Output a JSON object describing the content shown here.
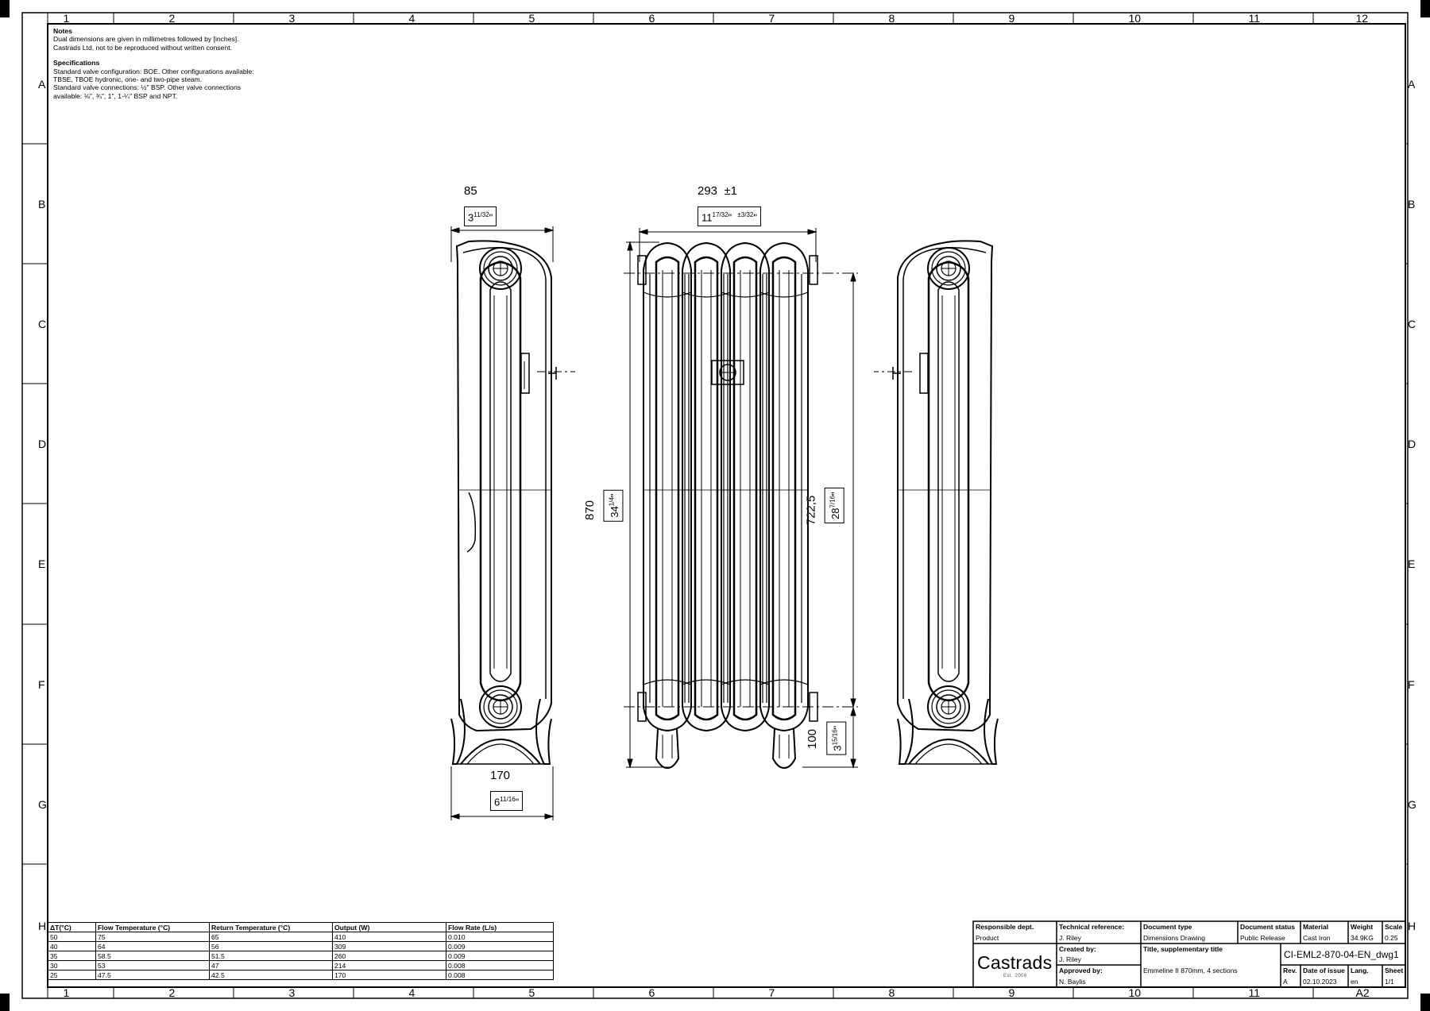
{
  "notes": {
    "heading": "Notes",
    "lines": [
      "Dual dimensions are given in millimetres followed by [inches].",
      "Castrads Ltd, not to be reproduced without written consent."
    ],
    "spec_heading": "Specifications",
    "spec_lines": [
      "Standard valve configuration: BOE. Other configurations available:",
      "TBSE, TBOE hydronic, one- and two-pipe steam.",
      "Standard valve connections: ½\" BSP. Other valve connections",
      "available: ⅛\", ¾\", 1\", 1-¼\" BSP and NPT."
    ]
  },
  "grid": {
    "columns": [
      "1",
      "2",
      "3",
      "4",
      "5",
      "6",
      "7",
      "8",
      "9",
      "10",
      "11",
      "12"
    ],
    "rows": [
      "A",
      "B",
      "C",
      "D",
      "E",
      "F",
      "G",
      "H"
    ],
    "sheet_size": "A2"
  },
  "dimensions": {
    "depth_mm": "85",
    "depth_in_whole": "3",
    "depth_in_frac": "11/32",
    "feet_mm": "170",
    "feet_in_whole": "6",
    "feet_in_frac": "11/16",
    "width_mm": "293",
    "width_tol": "±1",
    "width_in_whole": "11",
    "width_in_frac": "17/32",
    "width_in_tol": "±3/32",
    "height_mm": "870",
    "height_in_whole": "34",
    "height_in_frac": "1/4",
    "centres_mm": "722,5",
    "centres_in_whole": "28",
    "centres_in_frac": "7/16",
    "floor_mm": "100",
    "floor_in_whole": "3",
    "floor_in_frac": "15/16"
  },
  "performance_table": {
    "headers": [
      "ΔT(°C)",
      "Flow Temperature (°C)",
      "Return Temperature (°C)",
      "Output (W)",
      "Flow Rate (L/s)"
    ],
    "rows": [
      [
        "50",
        "75",
        "65",
        "410",
        "0.010"
      ],
      [
        "40",
        "64",
        "56",
        "309",
        "0.009"
      ],
      [
        "35",
        "58.5",
        "51.5",
        "260",
        "0.009"
      ],
      [
        "30",
        "53",
        "47",
        "214",
        "0.008"
      ],
      [
        "25",
        "47.5",
        "42.5",
        "170",
        "0.008"
      ]
    ]
  },
  "title_block": {
    "responsible_dept_label": "Responsible dept.",
    "responsible_dept": "Product",
    "tech_ref_label": "Technical reference:",
    "tech_ref": "J. Riley",
    "created_by_label": "Created by:",
    "created_by": "J. Riley",
    "approved_by_label": "Approved by:",
    "approved_by": "N. Baylis",
    "doc_type_label": "Document type",
    "doc_type": "Dimensions Drawing",
    "title_label": "Title, supplementary title",
    "title": "Emmeline II 870mm, 4 sections",
    "doc_status_label": "Document status",
    "doc_status": "Public Release",
    "material_label": "Material",
    "material": "Cast Iron",
    "weight_label": "Weight",
    "weight": "34.9KG",
    "scale_label": "Scale",
    "scale": "0.25",
    "doc_number": "CI-EML2-870-04-EN_dwg1",
    "rev_label": "Rev.",
    "rev": "A",
    "issue_label": "Date of issue",
    "issue": "02.10.2023",
    "lang_label": "Lang.",
    "lang": "en",
    "sheet_label": "Sheet",
    "sheet": "1/1",
    "company": "Castrads",
    "company_sub": "Est. 2006"
  }
}
